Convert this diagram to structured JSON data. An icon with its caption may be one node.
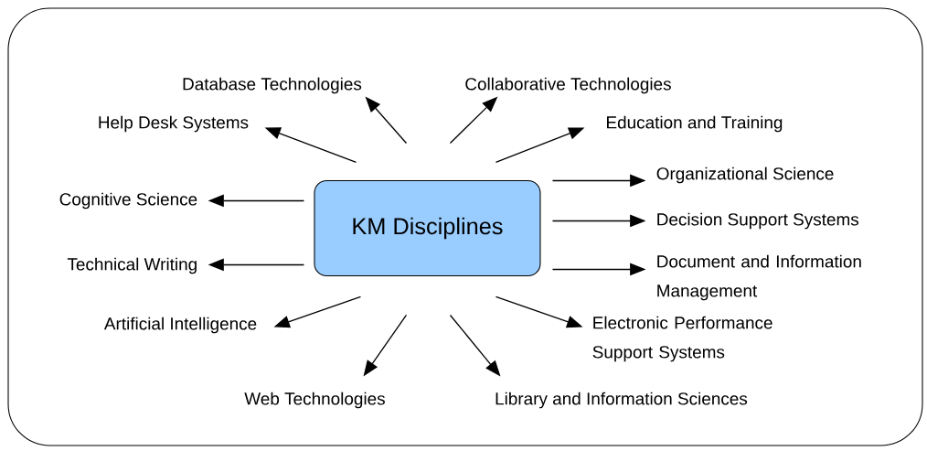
{
  "diagram": {
    "nodes": [
      {
        "text": [],
        "shape": "box"
      },
      {
        "text": [
          "KM Disciplines"
        ],
        "in": 0
      },
      {
        "text": [
          "Database Technologies"
        ],
        "in": 0
      },
      {
        "text": [
          "Collaborative Technologies"
        ],
        "in": 0
      },
      {
        "text": [
          "Help Desk Systems"
        ],
        "in": 0
      },
      {
        "text": [
          "Education and Training"
        ],
        "in": 0
      },
      {
        "text": [
          "Organizational Science"
        ],
        "in": 0
      },
      {
        "text": [
          "Cognitive Science"
        ],
        "in": 0
      },
      {
        "text": [
          "Decision Support Systems"
        ],
        "in": 0
      },
      {
        "text": [
          "Technical Writing"
        ],
        "in": 0
      },
      {
        "text": [
          "Document and Information Management"
        ],
        "in": 0
      },
      {
        "text": [
          "Artificial Intelligence"
        ],
        "in": 0
      },
      {
        "text": [
          "Electronic Performance Support Systems"
        ],
        "in": 0
      },
      {
        "text": [
          "Web Technologies"
        ],
        "in": 0
      },
      {
        "text": [
          "Library and Information Sciences"
        ],
        "in": 0
      }
    ],
    "edges": [
      {
        "from": 1,
        "to": 2,
        "arrow": "to"
      },
      {
        "from": 1,
        "to": 3,
        "arrow": "to"
      },
      {
        "from": 1,
        "to": 4,
        "arrow": "to"
      },
      {
        "from": 1,
        "to": 5,
        "arrow": "to"
      },
      {
        "from": 1,
        "to": 6,
        "arrow": "to"
      },
      {
        "from": 1,
        "to": 7,
        "arrow": "to"
      },
      {
        "from": 1,
        "to": 8,
        "arrow": "to"
      },
      {
        "from": 1,
        "to": 9,
        "arrow": "to"
      },
      {
        "from": 1,
        "to": 10,
        "arrow": "to"
      },
      {
        "from": 1,
        "to": 11,
        "arrow": "to"
      },
      {
        "from": 1,
        "to": 12,
        "arrow": "to"
      },
      {
        "from": 1,
        "to": 13,
        "arrow": "to"
      },
      {
        "from": 1,
        "to": 14,
        "arrow": "to"
      }
    ]
  }
}
